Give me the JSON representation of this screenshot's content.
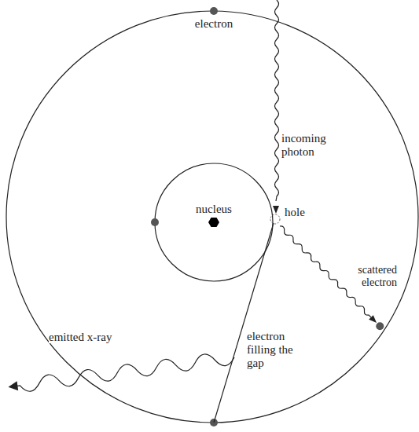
{
  "diagram": {
    "labels": [
      "electron",
      "incoming photon",
      "nucleus",
      "hole",
      "scattered electron",
      "emitted x-ray",
      "electron filling the gap"
    ]
  }
}
